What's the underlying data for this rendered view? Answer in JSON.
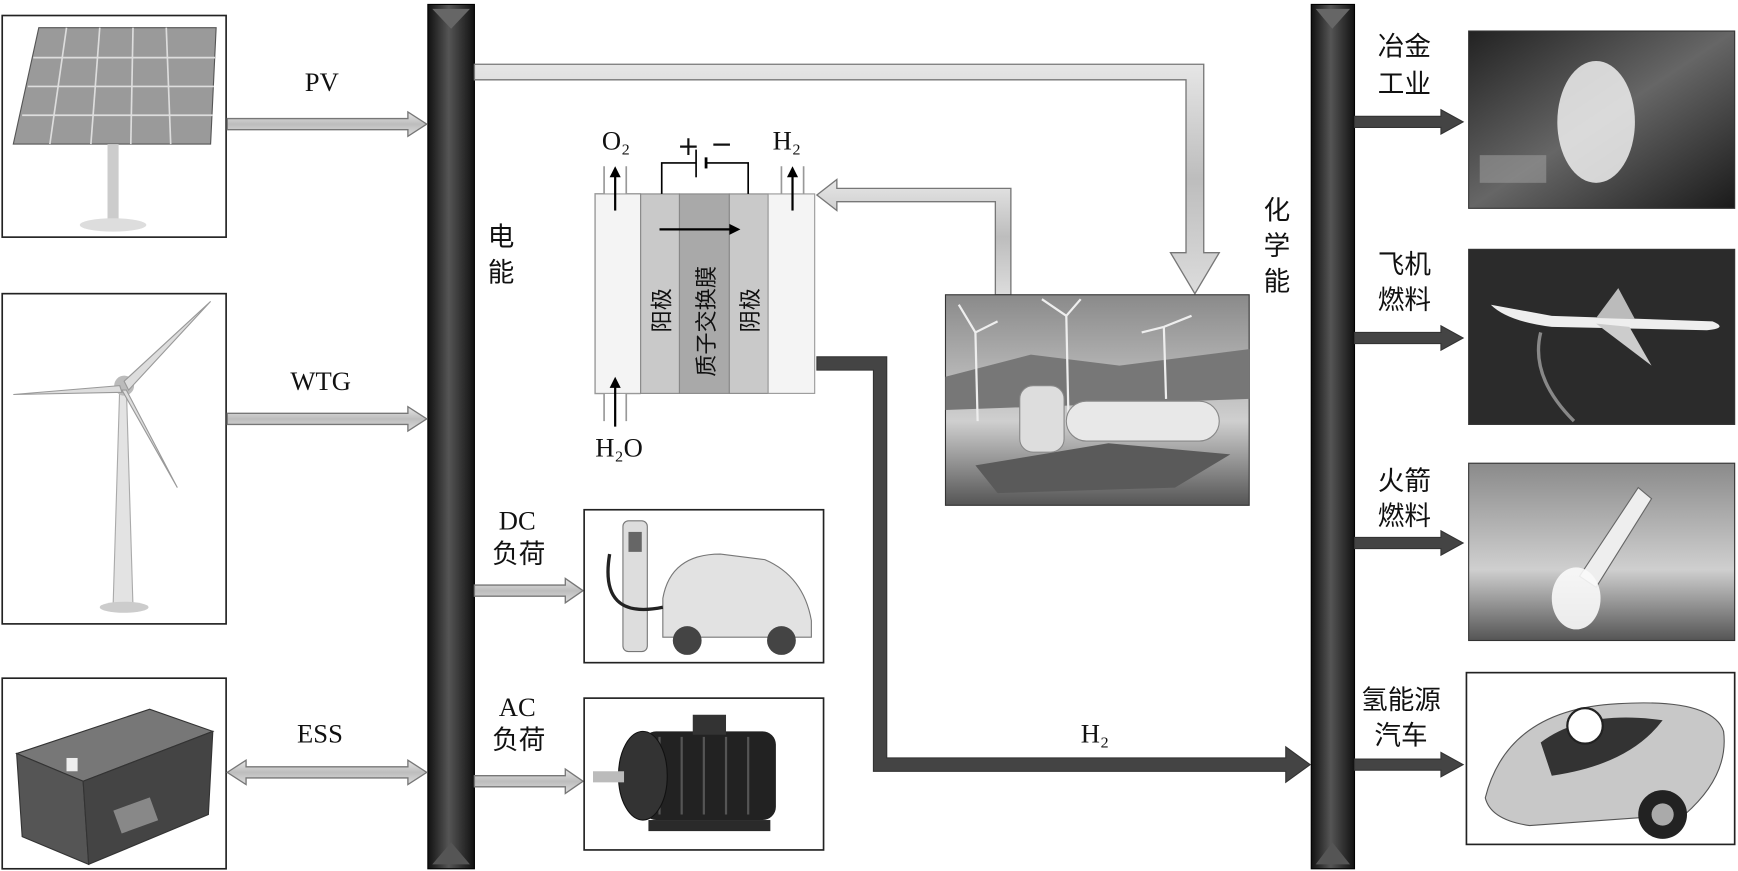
{
  "sources": {
    "pv": "PV",
    "wtg": "WTG",
    "ess": "ESS"
  },
  "electric_bus_label": [
    "电",
    "能"
  ],
  "chemical_bus_label": [
    "化",
    "学",
    "能"
  ],
  "electrolyzer": {
    "o2": "O₂",
    "h2": "H₂",
    "h2o": "H₂O",
    "plus": "+",
    "minus": "−",
    "anode": "阳极",
    "membrane": "质子交换膜",
    "cathode": "阴极"
  },
  "loads": {
    "dc": [
      "DC",
      "负荷"
    ],
    "ac": [
      "AC",
      "负荷"
    ]
  },
  "h2_flow_label": "H₂",
  "applications": [
    {
      "line1": "冶金",
      "line2": "工业"
    },
    {
      "line1": "飞机",
      "line2": "燃料"
    },
    {
      "line1": "火箭",
      "line2": "燃料"
    },
    {
      "line1": "氢能源",
      "line2": "汽车"
    }
  ],
  "colors": {
    "bus": "#2a2a2a",
    "light_arrow": "#c8c8c8",
    "dark_arrow": "#444444"
  }
}
